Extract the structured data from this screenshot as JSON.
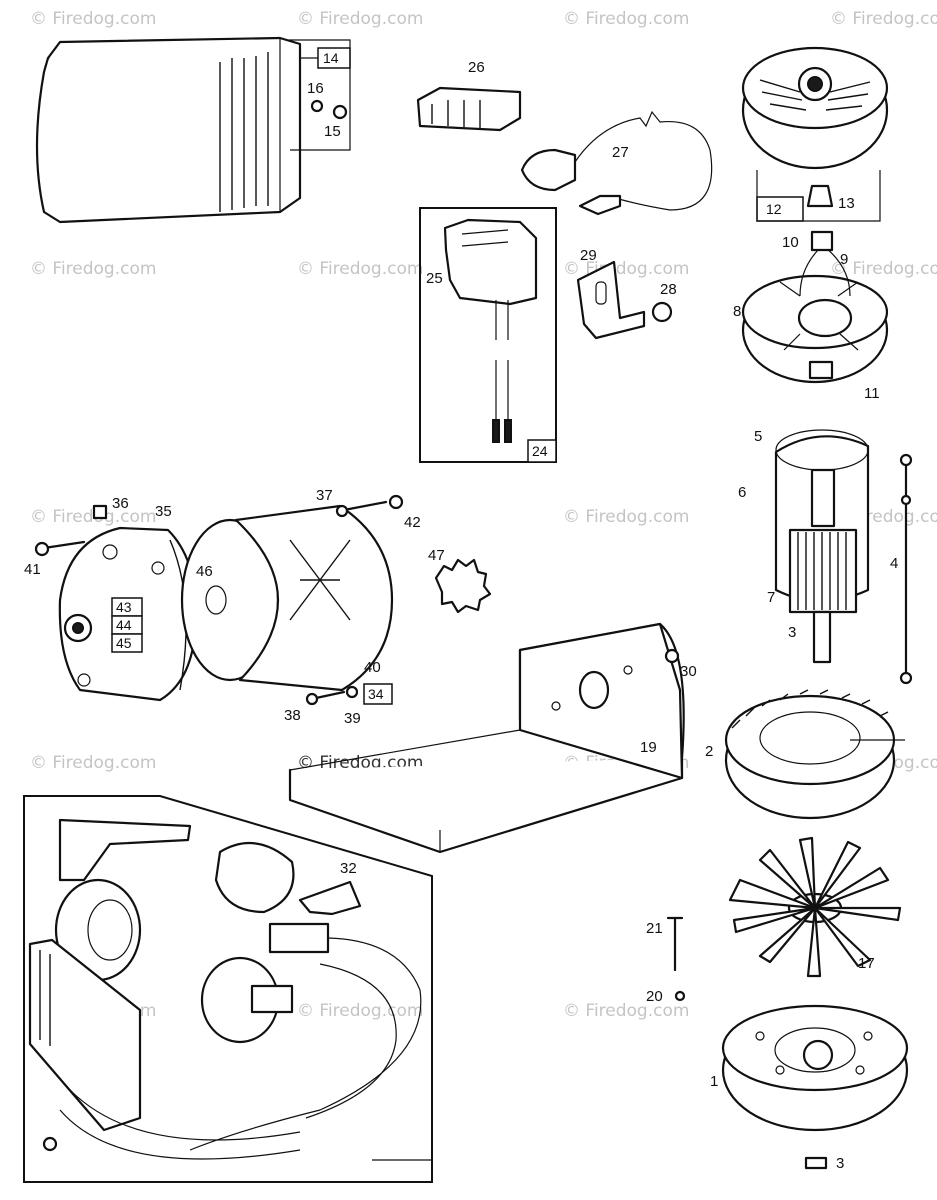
{
  "watermark": "© Firedog.com",
  "watermark_center": "© Firedog.com",
  "callouts": {
    "p1": "1",
    "p2": "2",
    "p3a": "3",
    "p3b": "3",
    "p4": "4",
    "p5": "5",
    "p6": "6",
    "p7": "7",
    "p8": "8",
    "p9": "9",
    "p10": "10",
    "p11": "11",
    "p12": "12",
    "p13": "13",
    "p14": "14",
    "p15": "15",
    "p16": "16",
    "p17": "17",
    "p19": "19",
    "p20": "20",
    "p21": "21",
    "p24": "24",
    "p25": "25",
    "p26": "26",
    "p27": "27",
    "p28": "28",
    "p29": "29",
    "p30": "30",
    "p32": "32",
    "p34": "34",
    "p35": "35",
    "p36": "36",
    "p37": "37",
    "p38": "38",
    "p39": "39",
    "p40": "40",
    "p41": "41",
    "p42": "42",
    "p43": "43",
    "p44": "44",
    "p45": "45",
    "p46": "46",
    "p47": "47"
  }
}
